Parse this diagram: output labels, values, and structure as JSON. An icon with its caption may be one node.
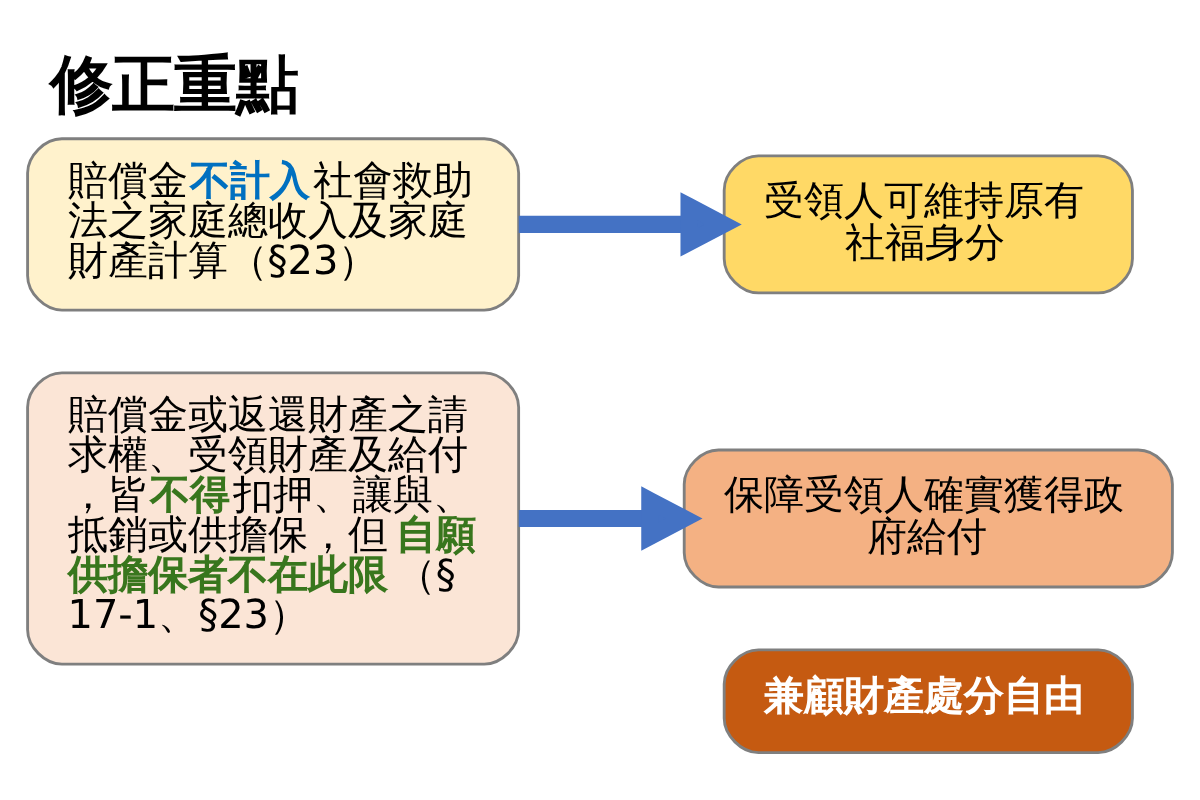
{
  "diagram": {
    "title": "修正重點",
    "nodes": [
      {
        "text": [
          "賠償金**不計入**社會救助法之家庭總收入及家庭財產計算（§23）"
        ]
      },
      {
        "text": [
          "受領人可維持原有社福身分"
        ]
      },
      {
        "text": [
          "賠償金或返還財產之請求權、受領財產及給付，皆**不得**扣押、讓與、抵銷或供擔保，但**自願供擔保者不在此限**（§17-1、§23）"
        ]
      },
      {
        "text": [
          "保障受領人確實獲得政府給付"
        ]
      },
      {
        "text": [
          "兼顧財產處分自由"
        ]
      }
    ],
    "edges": [
      {
        "from": 0,
        "to": 1,
        "arrow": "to"
      },
      {
        "from": 2,
        "to": 3,
        "arrow": "to"
      }
    ]
  }
}
